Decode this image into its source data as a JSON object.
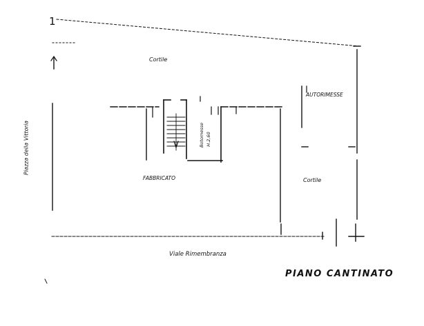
{
  "plan": {
    "north_mark": "1",
    "labels": {
      "cortile_top": "Cortile",
      "autorimesse": "AUTORIMESSE",
      "fabbricato": "FABBRICATO",
      "cortile_right": "Cortile",
      "viale": "Viale Rimembranza",
      "piazza": "Piazza della Vittoria",
      "vano1": "Botomesse",
      "vano2": "H.2,60"
    },
    "title": "PIANO CANTINATO"
  },
  "colors": {
    "ink": "#111111",
    "background": "#ffffff"
  }
}
